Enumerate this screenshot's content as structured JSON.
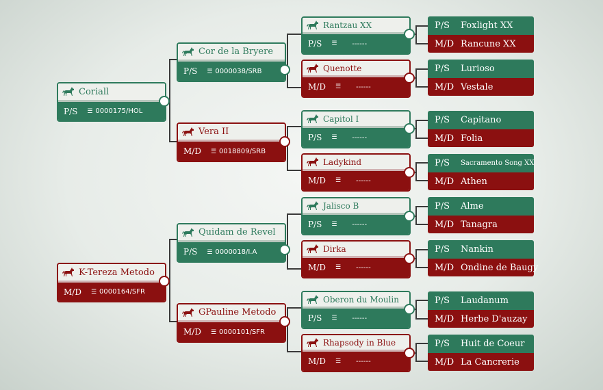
{
  "colors": {
    "sire": "#2e7a5c",
    "dam": "#8b1010",
    "background": "#e7ece8"
  },
  "icons": {
    "horse": "horse-icon",
    "list": "list-icon"
  },
  "gen1": [
    {
      "name": "Coriall",
      "prefix": "P/S",
      "code": "0000175/HOL"
    },
    {
      "name": "K-Tereza Metodo",
      "prefix": "M/D",
      "code": "0000164/SFR"
    }
  ],
  "gen2": [
    {
      "name": "Cor de la Bryere",
      "prefix": "P/S",
      "code": "0000038/SRB"
    },
    {
      "name": "Vera II",
      "prefix": "M/D",
      "code": "0018809/SRB"
    },
    {
      "name": "Quidam de Revel",
      "prefix": "P/S",
      "code": "0000018/I.A"
    },
    {
      "name": "GPauline Metodo",
      "prefix": "M/D",
      "code": "0000101/SFR"
    }
  ],
  "gen3": [
    {
      "name": "Rantzau XX",
      "prefix": "P/S",
      "code": "------"
    },
    {
      "name": "Quenotte",
      "prefix": "M/D",
      "code": "------"
    },
    {
      "name": "Capitol I",
      "prefix": "P/S",
      "code": "------"
    },
    {
      "name": "Ladykind",
      "prefix": "M/D",
      "code": "------"
    },
    {
      "name": "Jalisco B",
      "prefix": "P/S",
      "code": "------"
    },
    {
      "name": "Dirka",
      "prefix": "M/D",
      "code": "------"
    },
    {
      "name": "Oberon du Moulin",
      "prefix": "P/S",
      "code": "------"
    },
    {
      "name": "Rhapsody in Blue",
      "prefix": "M/D",
      "code": "------"
    }
  ],
  "gen4": [
    {
      "prefix": "P/S",
      "name": "Foxlight XX"
    },
    {
      "prefix": "M/D",
      "name": "Rancune XX"
    },
    {
      "prefix": "P/S",
      "name": "Lurioso"
    },
    {
      "prefix": "M/D",
      "name": "Vestale"
    },
    {
      "prefix": "P/S",
      "name": "Capitano"
    },
    {
      "prefix": "M/D",
      "name": "Folia"
    },
    {
      "prefix": "P/S",
      "name": "Sacramento Song XX"
    },
    {
      "prefix": "M/D",
      "name": "Athen"
    },
    {
      "prefix": "P/S",
      "name": "Alme"
    },
    {
      "prefix": "M/D",
      "name": "Tanagra"
    },
    {
      "prefix": "P/S",
      "name": "Nankin"
    },
    {
      "prefix": "M/D",
      "name": "Ondine de Baugy"
    },
    {
      "prefix": "P/S",
      "name": "Laudanum"
    },
    {
      "prefix": "M/D",
      "name": "Herbe D'auzay"
    },
    {
      "prefix": "P/S",
      "name": "Huit de Coeur"
    },
    {
      "prefix": "M/D",
      "name": "La Cancrerie"
    }
  ]
}
